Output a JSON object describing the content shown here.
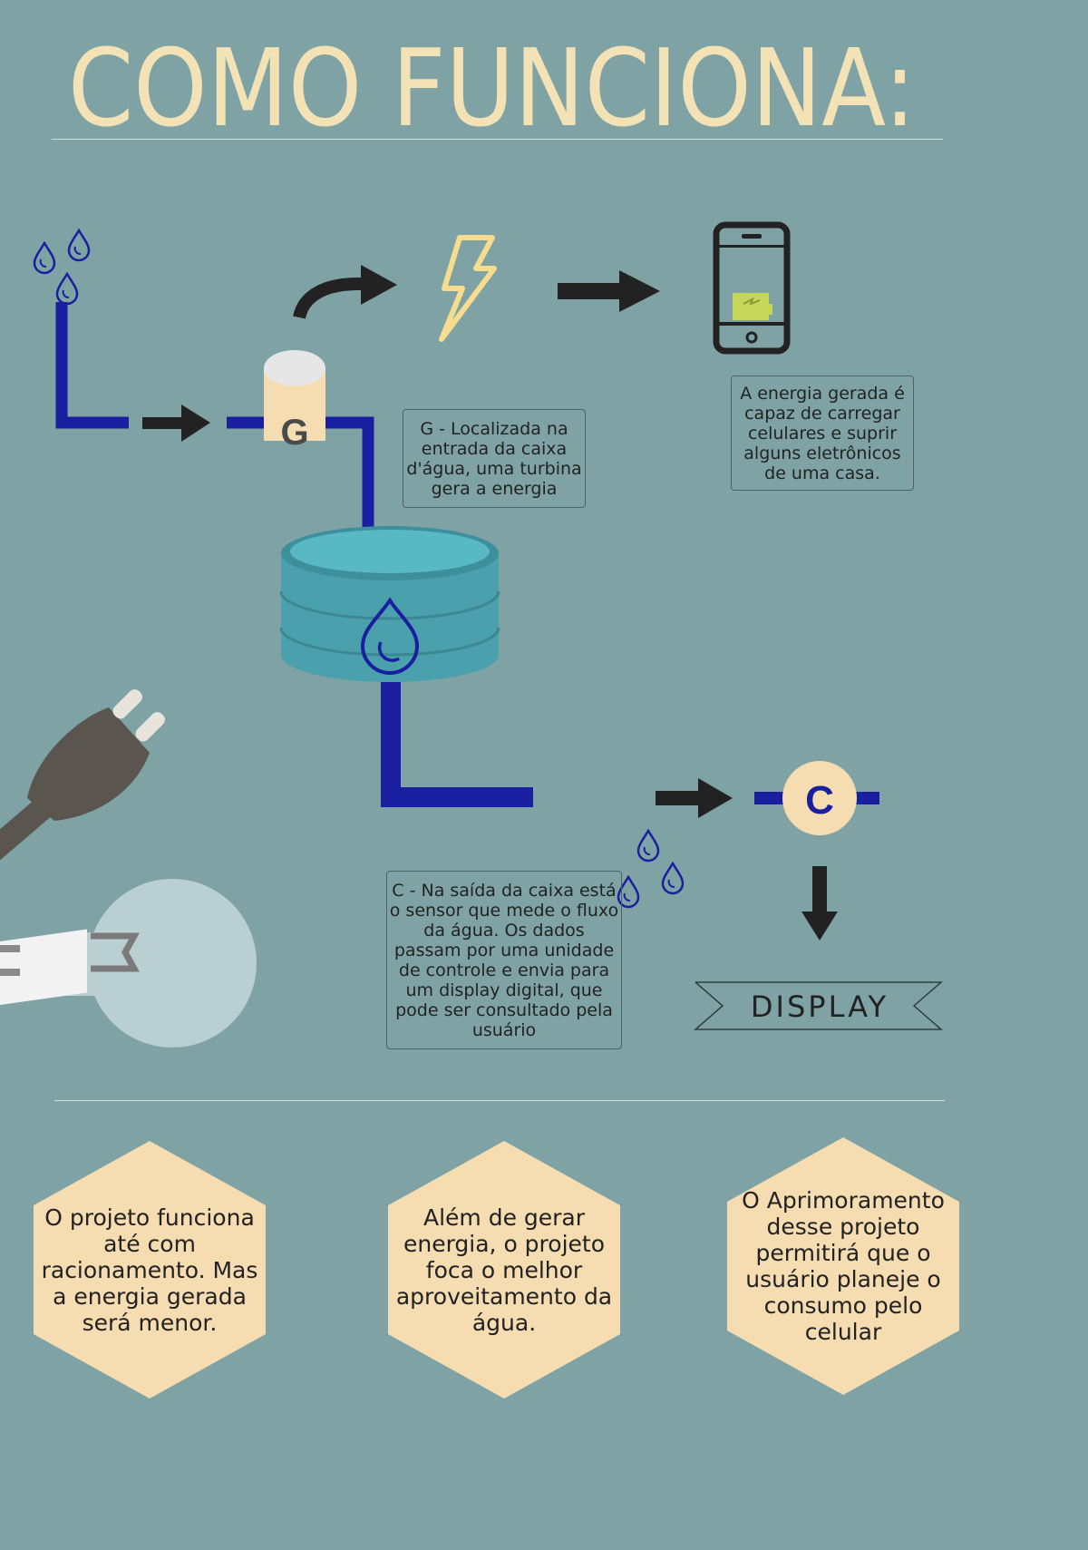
{
  "title": "COMO FUNCIONA:",
  "generator_label": "G",
  "sensor_label": "C",
  "generator_description": "G - Localizada na entrada da caixa d'água, uma turbina gera a energia",
  "energy_description": "A energia gerada é capaz de carregar celulares e suprir alguns eletrônicos de uma casa.",
  "sensor_description": "C - Na saída da caixa está o sensor que mede o fluxo da água. Os dados passam por uma unidade de controle e envia para um display digital, que pode ser consultado pela usuário",
  "display_label": "DISPLAY",
  "notes": [
    "O projeto funciona até com racionamento. Mas a energia gerada será menor.",
    "Além de gerar energia, o projeto foca o melhor aproveitamento da água.",
    "O Aprimoramento desse projeto permitirá que o usuário planeje o consumo pelo celular"
  ],
  "colors": {
    "background": "#7fa3a5",
    "pipe": "#1a1fa0",
    "accent": "#f5dcb1",
    "arrow": "#222222",
    "title": "#f3e2b5",
    "tank": "#4fa9b6"
  }
}
